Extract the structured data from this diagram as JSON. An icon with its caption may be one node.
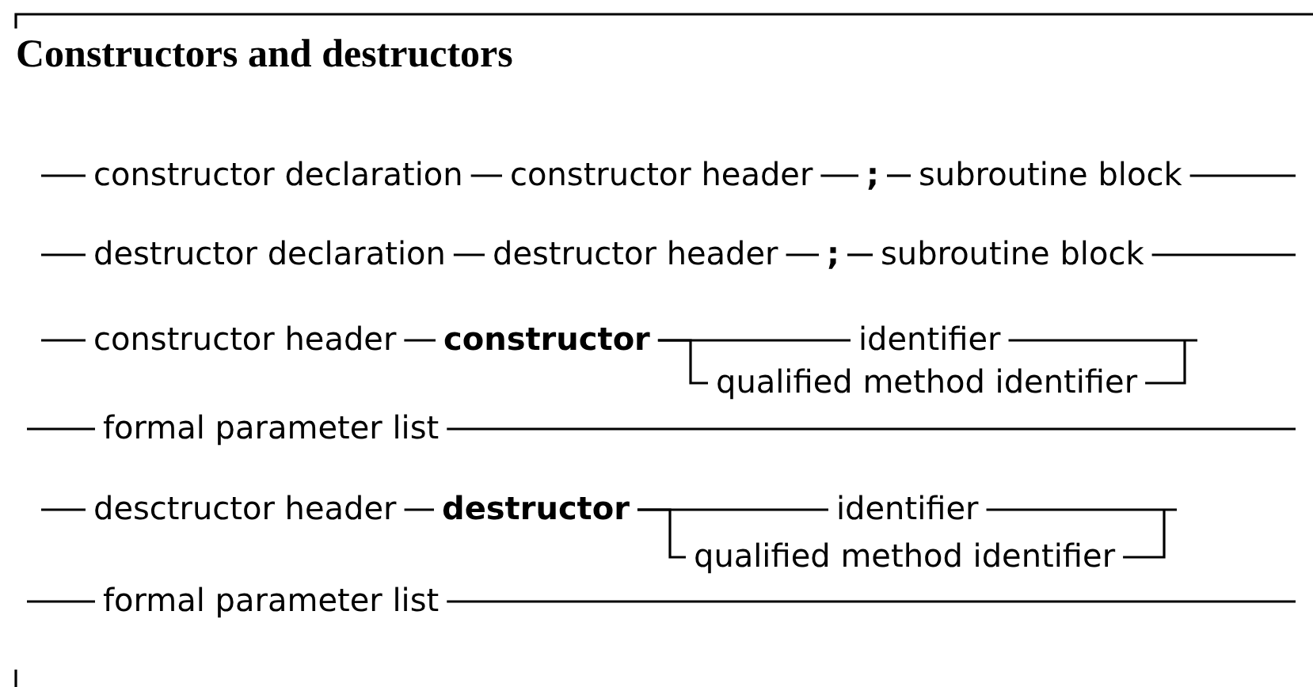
{
  "diagram": {
    "title": "Constructors and destructors",
    "nodes": [
      {
        "text": [
          "constructor declaration"
        ]
      },
      {
        "text": [
          "constructor header"
        ]
      },
      {
        "text": [
          ";"
        ]
      },
      {
        "text": [
          "subroutine block"
        ]
      },
      {
        "text": [
          "destructor declaration"
        ]
      },
      {
        "text": [
          "destructor header"
        ]
      },
      {
        "text": [
          ";"
        ]
      },
      {
        "text": [
          "subroutine block"
        ]
      },
      {
        "text": [
          "constructor header"
        ]
      },
      {
        "text": [
          "constructor"
        ]
      },
      {
        "text": [
          "identifier"
        ]
      },
      {
        "text": [
          "qualified method identifier"
        ]
      },
      {
        "text": [
          "formal parameter list"
        ]
      },
      {
        "text": [
          "desctructor header"
        ]
      },
      {
        "text": [
          "destructor"
        ]
      },
      {
        "text": [
          "identifier"
        ]
      },
      {
        "text": [
          "qualified method identifier"
        ]
      },
      {
        "text": [
          "formal parameter list"
        ]
      }
    ],
    "edges": [
      {
        "from": null,
        "to": 0,
        "arrow": "none"
      },
      {
        "from": 0,
        "to": 1,
        "arrow": "none"
      },
      {
        "from": 1,
        "to": 2,
        "arrow": "none"
      },
      {
        "from": 2,
        "to": 3,
        "arrow": "none"
      },
      {
        "from": 3,
        "to": null,
        "arrow": "none"
      },
      {
        "from": null,
        "to": 4,
        "arrow": "none"
      },
      {
        "from": 4,
        "to": 5,
        "arrow": "none"
      },
      {
        "from": 5,
        "to": 6,
        "arrow": "none"
      },
      {
        "from": 6,
        "to": 7,
        "arrow": "none"
      },
      {
        "from": 7,
        "to": null,
        "arrow": "none"
      },
      {
        "from": null,
        "to": 8,
        "arrow": "none"
      },
      {
        "from": 8,
        "to": 9,
        "arrow": "none"
      },
      {
        "from": 9,
        "to": 10,
        "arrow": "none"
      },
      {
        "from": 9,
        "to": 11,
        "arrow": "none"
      },
      {
        "from": 10,
        "to": null,
        "arrow": "none"
      },
      {
        "from": 11,
        "to": null,
        "arrow": "none"
      },
      {
        "from": null,
        "to": 12,
        "arrow": "none"
      },
      {
        "from": 12,
        "to": null,
        "arrow": "none"
      },
      {
        "from": null,
        "to": 13,
        "arrow": "none"
      },
      {
        "from": 13,
        "to": 14,
        "arrow": "none"
      },
      {
        "from": 14,
        "to": 15,
        "arrow": "none"
      },
      {
        "from": 14,
        "to": 16,
        "arrow": "none"
      },
      {
        "from": 15,
        "to": null,
        "arrow": "none"
      },
      {
        "from": 16,
        "to": null,
        "arrow": "none"
      },
      {
        "from": null,
        "to": 17,
        "arrow": "none"
      },
      {
        "from": 17,
        "to": null,
        "arrow": "none"
      }
    ]
  }
}
